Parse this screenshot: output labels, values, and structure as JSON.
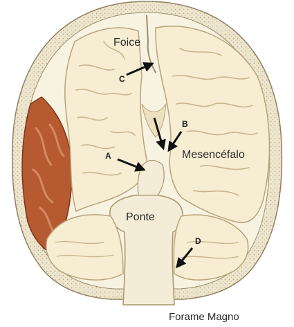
{
  "labels": {
    "falx": "Foice",
    "midbrain": "Mesencéfalo",
    "pons": "Ponte",
    "foramen": "Forame Magno",
    "a": "A",
    "b": "B",
    "c": "C",
    "d": "D"
  },
  "colors": {
    "skull_outer": "#e9dfc4",
    "skull_dots": "#b9ab86",
    "brain": "#f6edd2",
    "brain_fold": "#c8b58e",
    "hematoma": "#b65a32",
    "hematoma_light": "#d48b63",
    "arrow": "#111111"
  }
}
